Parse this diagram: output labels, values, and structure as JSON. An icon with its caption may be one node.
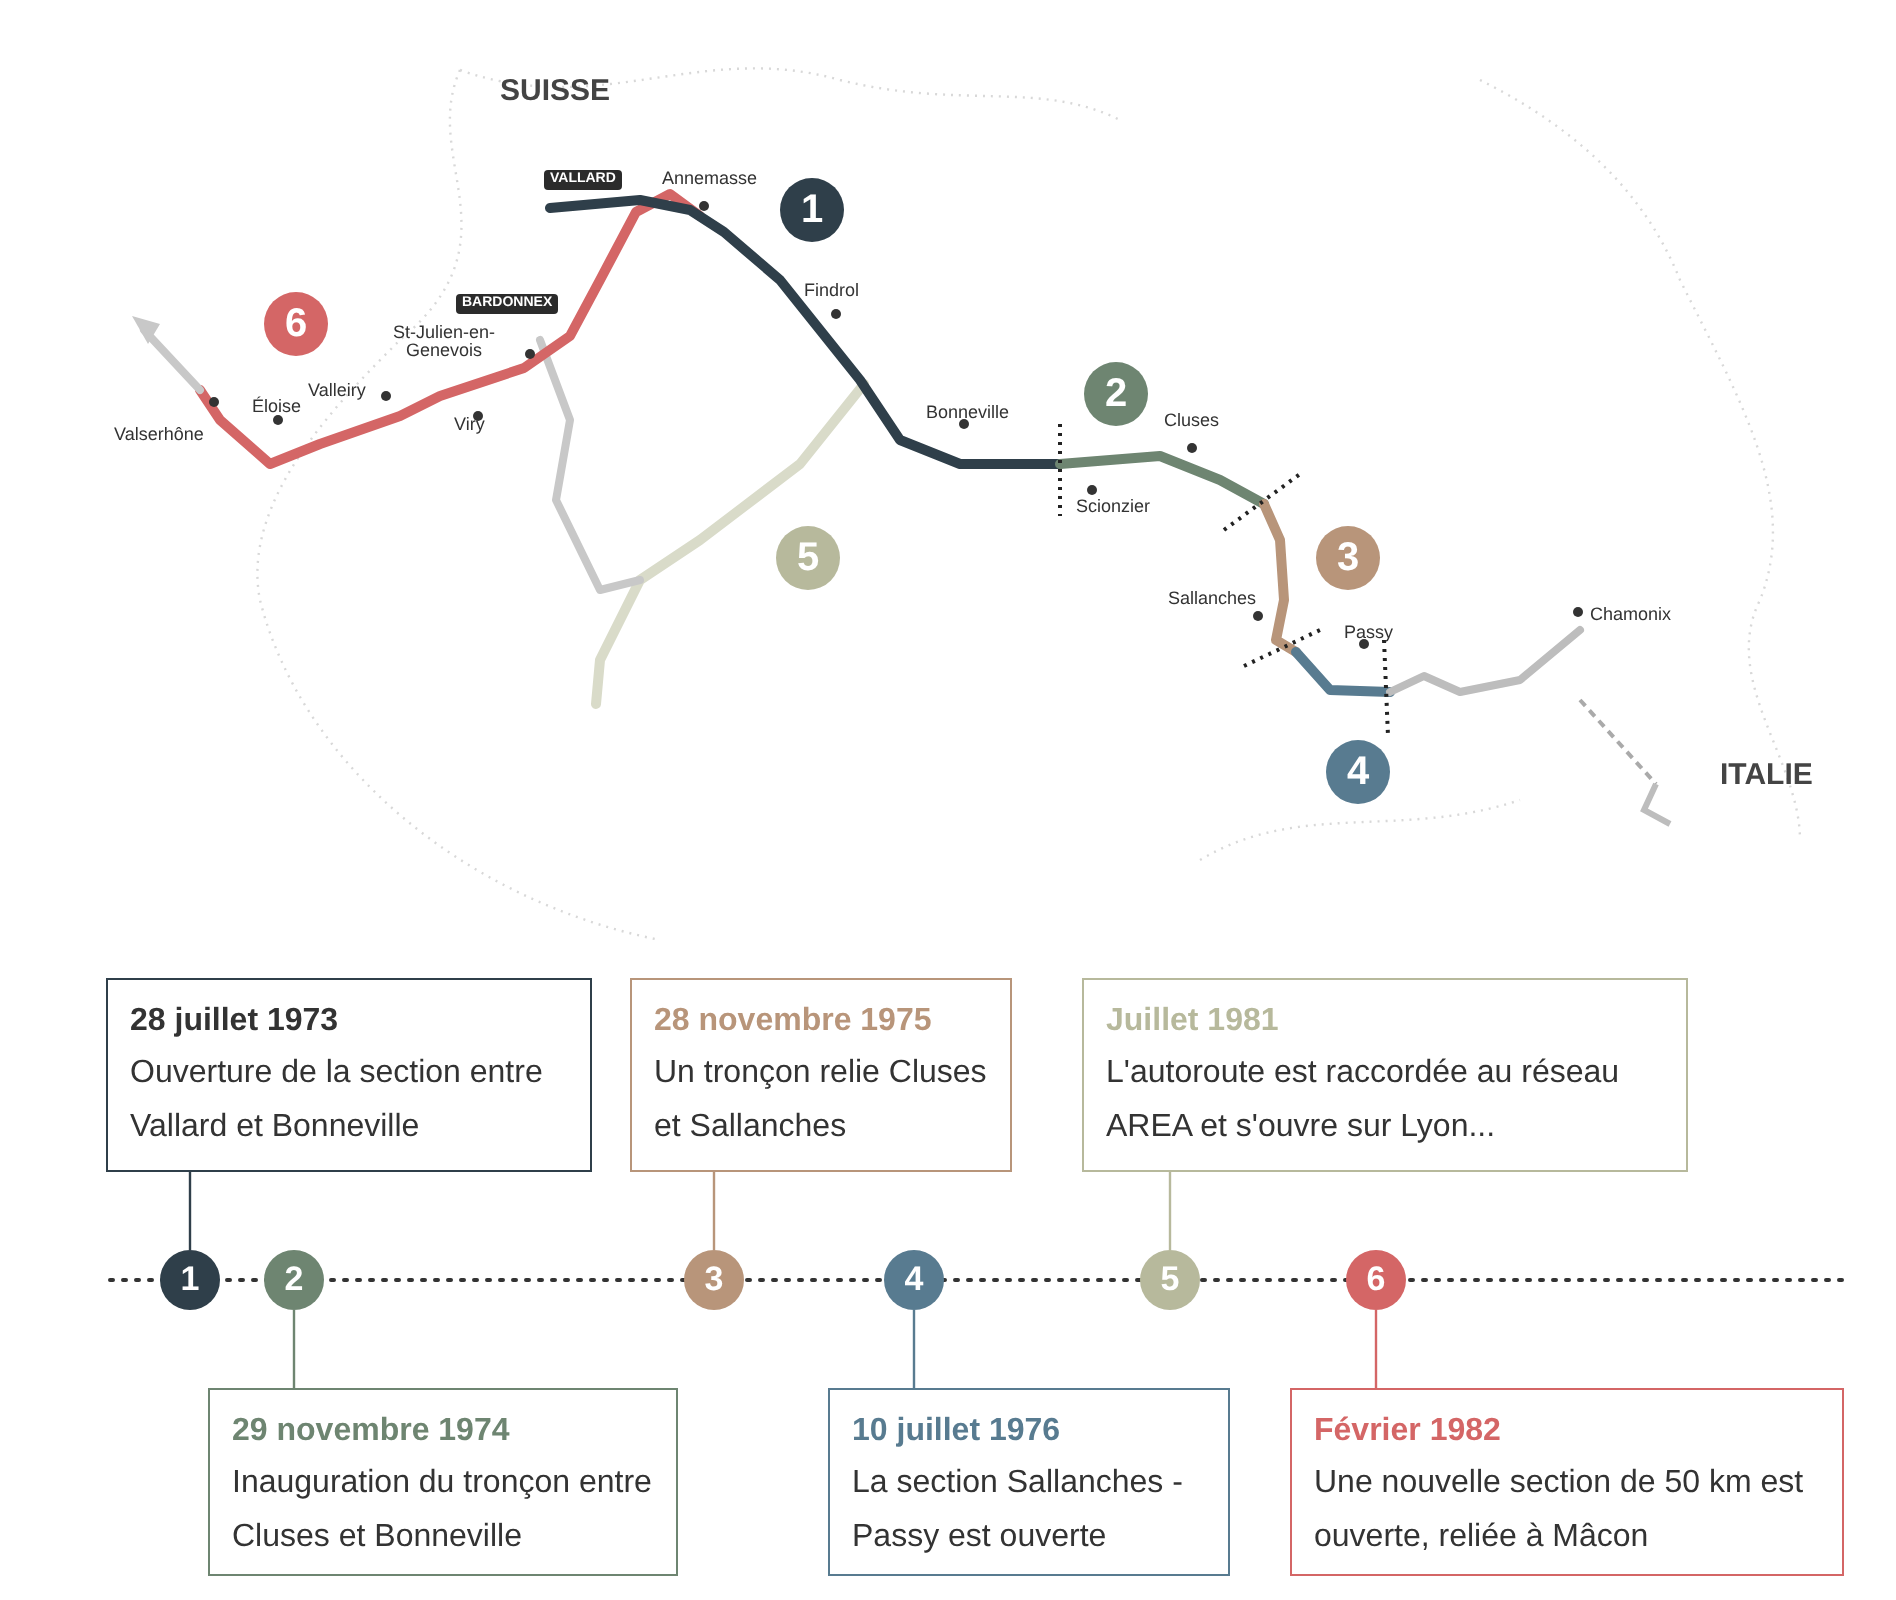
{
  "diagram": {
    "nodes": [
      {
        "text": [
          "1"
        ]
      },
      {
        "text": [
          "2"
        ]
      },
      {
        "text": [
          "3"
        ]
      },
      {
        "text": [
          "4"
        ]
      },
      {
        "text": [
          "5"
        ]
      },
      {
        "text": [
          "6"
        ]
      },
      {
        "text": [
          "1"
        ]
      },
      {
        "text": [
          "2"
        ]
      },
      {
        "text": [
          "3"
        ]
      },
      {
        "text": [
          "4"
        ]
      },
      {
        "text": [
          "5"
        ]
      },
      {
        "text": [
          "6"
        ]
      },
      {
        "text": [
          "28 juillet 1973",
          "Ouverture de la section entre Vallard et Bonneville"
        ]
      },
      {
        "text": [
          "29 novembre 1974",
          "Inauguration du tronçon entre Cluses et Bonneville"
        ]
      },
      {
        "text": [
          "28 novembre 1975",
          "Un tronçon relie Cluses et Sallanches"
        ]
      },
      {
        "text": [
          "10 juillet 1976",
          "La section Sallanches - Passy est ouverte"
        ]
      },
      {
        "text": [
          "Juillet 1981",
          "L'autoroute est raccordée au réseau AREA et s'ouvre sur Lyon..."
        ]
      },
      {
        "text": [
          "Février 1982",
          "Une nouvelle section de 50 km est ouverte, reliée à Mâcon"
        ]
      }
    ],
    "edges": [
      {
        "from": 12,
        "to": 6,
        "arrow": "none",
        "color": "#2f3f4a"
      },
      {
        "from": 13,
        "to": 7,
        "arrow": "none",
        "color": "#6e8571"
      },
      {
        "from": 14,
        "to": 8,
        "arrow": "none",
        "color": "#b8957a"
      },
      {
        "from": 15,
        "to": 9,
        "arrow": "none",
        "color": "#587b90"
      },
      {
        "from": 16,
        "to": 10,
        "arrow": "none",
        "color": "#b7b99c"
      },
      {
        "from": 17,
        "to": 11,
        "arrow": "none",
        "color": "#d46666"
      }
    ],
    "labels": [
      "SUISSE",
      "VALLARD",
      "Annemasse",
      "Findrol",
      "BARDONNEX",
      "St-Julien-en-Genevois",
      "Valleiry",
      "Éloise",
      "Valserhône",
      "Viry",
      "Bonneville",
      "Cluses",
      "Scionzier",
      "Sallanches",
      "Passy",
      "Chamonix",
      "ITALIE"
    ]
  }
}
